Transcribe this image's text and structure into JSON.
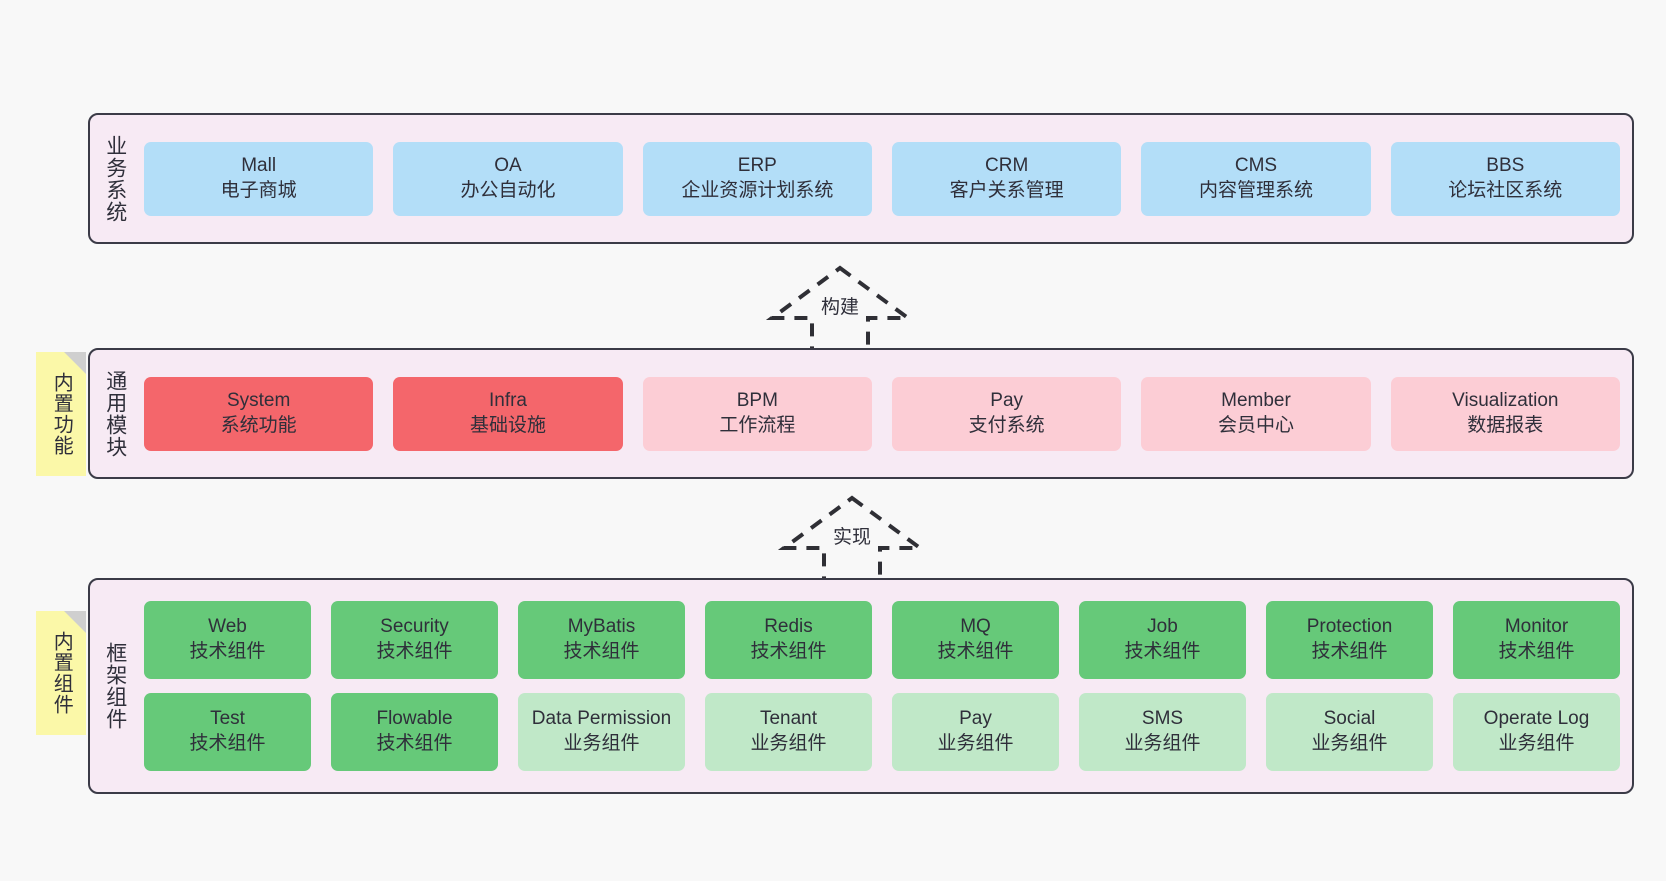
{
  "page": {
    "background": "#f8f8f8",
    "container_fill": "#f7eaf4",
    "container_border": "#3b3b47"
  },
  "layers": [
    {
      "id": "business",
      "title": "业务系统",
      "rows": [
        {
          "cards": [
            {
              "name": "Mall",
              "desc": "电子商城",
              "color": "#b3def8",
              "style": "c-blue"
            },
            {
              "name": "OA",
              "desc": "办公自动化",
              "color": "#b3def8",
              "style": "c-blue"
            },
            {
              "name": "ERP",
              "desc": "企业资源计划系统",
              "color": "#b3def8",
              "style": "c-blue"
            },
            {
              "name": "CRM",
              "desc": "客户关系管理",
              "color": "#b3def8",
              "style": "c-blue"
            },
            {
              "name": "CMS",
              "desc": "内容管理系统",
              "color": "#b3def8",
              "style": "c-blue"
            },
            {
              "name": "BBS",
              "desc": "论坛社区系统",
              "color": "#b3def8",
              "style": "c-blue"
            }
          ]
        }
      ]
    },
    {
      "id": "common",
      "title": "通用模块",
      "note": "内置功能",
      "rows": [
        {
          "cards": [
            {
              "name": "System",
              "desc": "系统功能",
              "color": "#f4666b",
              "style": "c-red"
            },
            {
              "name": "Infra",
              "desc": "基础设施",
              "color": "#f4666b",
              "style": "c-red"
            },
            {
              "name": "BPM",
              "desc": "工作流程",
              "color": "#fccdd5",
              "style": "c-pink"
            },
            {
              "name": "Pay",
              "desc": "支付系统",
              "color": "#fccdd5",
              "style": "c-pink"
            },
            {
              "name": "Member",
              "desc": "会员中心",
              "color": "#fccdd5",
              "style": "c-pink"
            },
            {
              "name": "Visualization",
              "desc": "数据报表",
              "color": "#fccdd5",
              "style": "c-pink"
            }
          ]
        }
      ]
    },
    {
      "id": "frame",
      "title": "框架组件",
      "note": "内置组件",
      "rows": [
        {
          "cards": [
            {
              "name": "Web",
              "desc": "技术组件",
              "color": "#66c979",
              "style": "c-green"
            },
            {
              "name": "Security",
              "desc": "技术组件",
              "color": "#66c979",
              "style": "c-green"
            },
            {
              "name": "MyBatis",
              "desc": "技术组件",
              "color": "#66c979",
              "style": "c-green"
            },
            {
              "name": "Redis",
              "desc": "技术组件",
              "color": "#66c979",
              "style": "c-green"
            },
            {
              "name": "MQ",
              "desc": "技术组件",
              "color": "#66c979",
              "style": "c-green"
            },
            {
              "name": "Job",
              "desc": "技术组件",
              "color": "#66c979",
              "style": "c-green"
            },
            {
              "name": "Protection",
              "desc": "技术组件",
              "color": "#66c979",
              "style": "c-green"
            },
            {
              "name": "Monitor",
              "desc": "技术组件",
              "color": "#66c979",
              "style": "c-green"
            }
          ]
        },
        {
          "cards": [
            {
              "name": "Test",
              "desc": "技术组件",
              "color": "#66c979",
              "style": "c-green"
            },
            {
              "name": "Flowable",
              "desc": "技术组件",
              "color": "#66c979",
              "style": "c-green"
            },
            {
              "name": "Data Permission",
              "desc": "业务组件",
              "color": "#c0e8c8",
              "style": "c-greenlight"
            },
            {
              "name": "Tenant",
              "desc": "业务组件",
              "color": "#c0e8c8",
              "style": "c-greenlight"
            },
            {
              "name": "Pay",
              "desc": "业务组件",
              "color": "#c0e8c8",
              "style": "c-greenlight"
            },
            {
              "name": "SMS",
              "desc": "业务组件",
              "color": "#c0e8c8",
              "style": "c-greenlight"
            },
            {
              "name": "Social",
              "desc": "业务组件",
              "color": "#c0e8c8",
              "style": "c-greenlight"
            },
            {
              "name": "Operate Log",
              "desc": "业务组件",
              "color": "#c0e8c8",
              "style": "c-greenlight"
            }
          ]
        }
      ]
    }
  ],
  "arrows": [
    {
      "id": "build",
      "label": "构建"
    },
    {
      "id": "realize",
      "label": "实现"
    }
  ]
}
